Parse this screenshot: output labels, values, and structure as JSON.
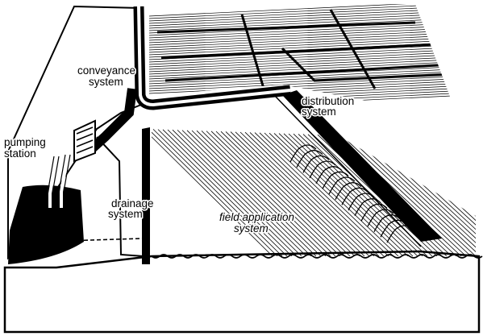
{
  "diagram": {
    "colors": {
      "ink": "#000000",
      "paper": "#ffffff"
    },
    "labels": {
      "conveyance": [
        "conveyance",
        "system"
      ],
      "distribution": [
        "distribution",
        "system"
      ],
      "pumping": [
        "pumping",
        "station"
      ],
      "drainage": [
        "drainage",
        "system"
      ],
      "field": [
        "field application",
        "system"
      ]
    }
  }
}
